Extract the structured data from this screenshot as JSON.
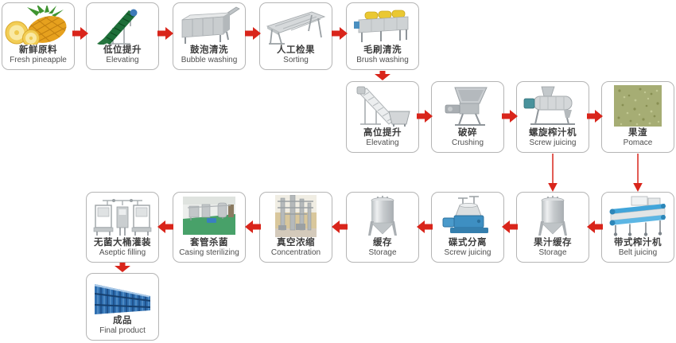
{
  "colors": {
    "arrow_red": "#d9251b",
    "box_border": "#b5b5b5",
    "label_zh": "#3d3d3d",
    "label_en": "#4f4f4f"
  },
  "nodes": [
    {
      "id": "fresh-pineapple",
      "zh": "新鲜原料",
      "en": "Fresh pineapple",
      "icon": "pineapple-image"
    },
    {
      "id": "elevating-low",
      "zh": "低位提升",
      "en": "Elevating",
      "icon": "low-elevator-image"
    },
    {
      "id": "bubble-washing",
      "zh": "鼓泡清洗",
      "en": "Bubble washing",
      "icon": "bubble-washer-image"
    },
    {
      "id": "sorting",
      "zh": "人工检果",
      "en": "Sorting",
      "icon": "sorting-conveyor-image"
    },
    {
      "id": "brush-washing",
      "zh": "毛刷清洗",
      "en": "Brush washing",
      "icon": "brush-washer-image"
    },
    {
      "id": "elevating-high",
      "zh": "高位提升",
      "en": "Elevating",
      "icon": "high-elevator-image"
    },
    {
      "id": "crushing",
      "zh": "破碎",
      "en": "Crushing",
      "icon": "crusher-image"
    },
    {
      "id": "screw-juicing",
      "zh": "螺旋榨汁机",
      "en": "Screw juicing",
      "icon": "screw-juicer-image"
    },
    {
      "id": "pomace",
      "zh": "果渣",
      "en": "Pomace",
      "icon": "pomace-image"
    },
    {
      "id": "belt-juicing",
      "zh": "带式榨汁机",
      "en": "Belt juicing",
      "icon": "belt-juicer-image"
    },
    {
      "id": "juice-storage",
      "zh": "果汁缓存",
      "en": "Storage",
      "icon": "storage-tank-image"
    },
    {
      "id": "disc-separation",
      "zh": "碟式分离",
      "en": "Screw juicing",
      "icon": "disc-separator-image"
    },
    {
      "id": "storage",
      "zh": "缓存",
      "en": "Storage",
      "icon": "storage-tank-image"
    },
    {
      "id": "concentration",
      "zh": "真空浓缩",
      "en": "Concentration",
      "icon": "evaporator-photo-image"
    },
    {
      "id": "casing-sterilizing",
      "zh": "套管杀菌",
      "en": "Casing sterilizing",
      "icon": "sterilizer-photo-image"
    },
    {
      "id": "aseptic-filling",
      "zh": "无菌大桶灌装",
      "en": "Aseptic filling",
      "icon": "aseptic-filler-image"
    },
    {
      "id": "final-product",
      "zh": "成品",
      "en": "Final product",
      "icon": "blue-drums-image"
    }
  ],
  "connections": [
    {
      "from": "fresh-pineapple",
      "to": "elevating-low",
      "direction": "right",
      "style": "block-arrow"
    },
    {
      "from": "elevating-low",
      "to": "bubble-washing",
      "direction": "right",
      "style": "block-arrow"
    },
    {
      "from": "bubble-washing",
      "to": "sorting",
      "direction": "right",
      "style": "block-arrow"
    },
    {
      "from": "sorting",
      "to": "brush-washing",
      "direction": "right",
      "style": "block-arrow"
    },
    {
      "from": "brush-washing",
      "to": "elevating-high",
      "direction": "down",
      "style": "block-arrow"
    },
    {
      "from": "elevating-high",
      "to": "crushing",
      "direction": "right",
      "style": "block-arrow"
    },
    {
      "from": "crushing",
      "to": "screw-juicing",
      "direction": "right",
      "style": "block-arrow"
    },
    {
      "from": "screw-juicing",
      "to": "pomace",
      "direction": "right",
      "style": "block-arrow"
    },
    {
      "from": "screw-juicing",
      "to": "juice-storage",
      "direction": "down",
      "style": "line-arrow"
    },
    {
      "from": "pomace",
      "to": "belt-juicing",
      "direction": "down",
      "style": "line-arrow"
    },
    {
      "from": "belt-juicing",
      "to": "juice-storage",
      "direction": "left",
      "style": "block-arrow"
    },
    {
      "from": "juice-storage",
      "to": "disc-separation",
      "direction": "left",
      "style": "block-arrow"
    },
    {
      "from": "disc-separation",
      "to": "storage",
      "direction": "left",
      "style": "block-arrow"
    },
    {
      "from": "storage",
      "to": "concentration",
      "direction": "left",
      "style": "block-arrow"
    },
    {
      "from": "concentration",
      "to": "casing-sterilizing",
      "direction": "left",
      "style": "block-arrow"
    },
    {
      "from": "casing-sterilizing",
      "to": "aseptic-filling",
      "direction": "left",
      "style": "block-arrow"
    },
    {
      "from": "aseptic-filling",
      "to": "final-product",
      "direction": "down",
      "style": "block-arrow"
    }
  ]
}
